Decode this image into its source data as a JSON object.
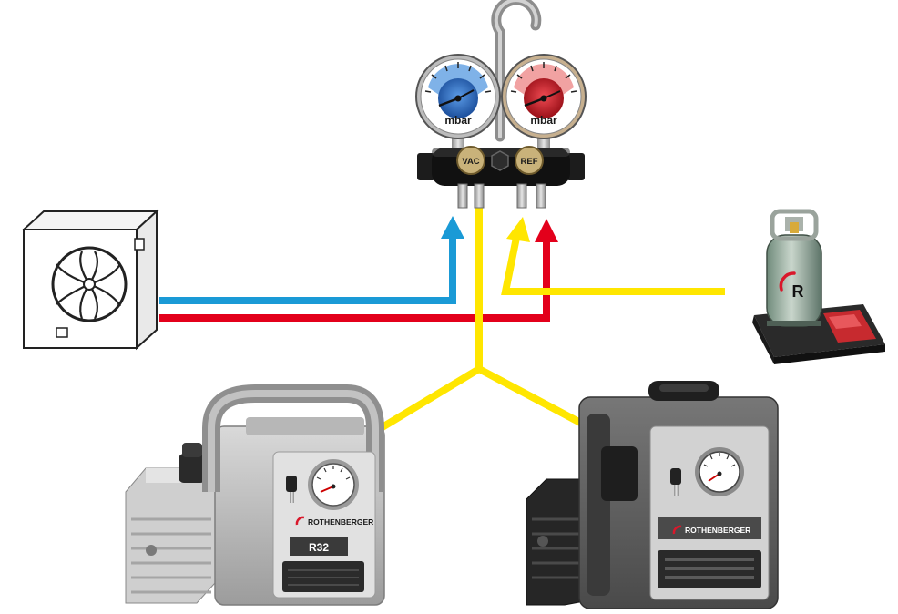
{
  "manifold": {
    "low_gauge_unit": "mbar",
    "high_gauge_unit": "mbar",
    "vac_label": "VAC",
    "ref_label": "REF"
  },
  "pump_left": {
    "brand": "ROTHENBERGER",
    "model": "R32"
  },
  "pump_right": {
    "brand": "ROTHENBERGER"
  },
  "cylinder": {
    "logo_letter": "R"
  },
  "colors": {
    "low_side_line": "#1a9ad6",
    "high_side_line": "#e3001b",
    "service_line": "#ffe600",
    "low_gauge": "#2b6cc4",
    "high_gauge": "#c8202a"
  },
  "icons": {
    "outdoor_unit": "ac-outdoor-unit-icon",
    "manifold": "manifold-gauge-set-icon",
    "cylinder": "refrigerant-cylinder-on-scale-icon",
    "pump_left": "vacuum-pump-icon",
    "pump_right": "recovery-unit-icon"
  }
}
